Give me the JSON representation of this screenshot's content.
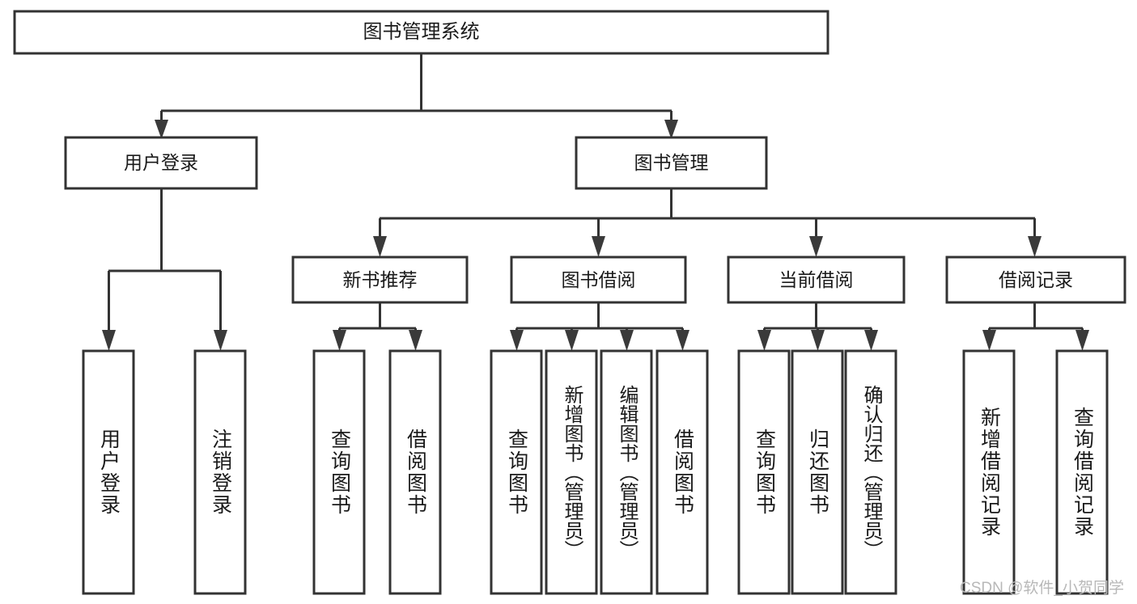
{
  "diagram": {
    "title": "图书管理系统",
    "watermark": "CSDN @软件_小贺同学",
    "colors": {
      "box_stroke": "#333333",
      "box_fill": "#ffffff",
      "connector": "#333333",
      "arrow": "#3a3a3a",
      "text": "#1a1a1a",
      "watermark": "#b8b8b8",
      "background": "#ffffff"
    },
    "root": {
      "label": "图书管理系统"
    },
    "level2": [
      {
        "label": "用户登录"
      },
      {
        "label": "图书管理"
      }
    ],
    "level3": [
      {
        "label": "新书推荐"
      },
      {
        "label": "图书借阅"
      },
      {
        "label": "当前借阅"
      },
      {
        "label": "借阅记录"
      }
    ],
    "leaves": {
      "user_login": [
        {
          "label": "用户登录"
        },
        {
          "label": "注销登录"
        }
      ],
      "new_book_recommend": [
        {
          "label": "查询图书"
        },
        {
          "label": "借阅图书"
        }
      ],
      "book_borrow": [
        {
          "label": "查询图书"
        },
        {
          "label": "新增图书（管理员）"
        },
        {
          "label": "编辑图书（管理员）"
        },
        {
          "label": "借阅图书"
        }
      ],
      "current_borrow": [
        {
          "label": "查询图书"
        },
        {
          "label": "归还图书"
        },
        {
          "label": "确认归还（管理员）"
        }
      ],
      "borrow_record": [
        {
          "label": "新增借阅记录"
        },
        {
          "label": "查询借阅记录"
        }
      ]
    }
  }
}
